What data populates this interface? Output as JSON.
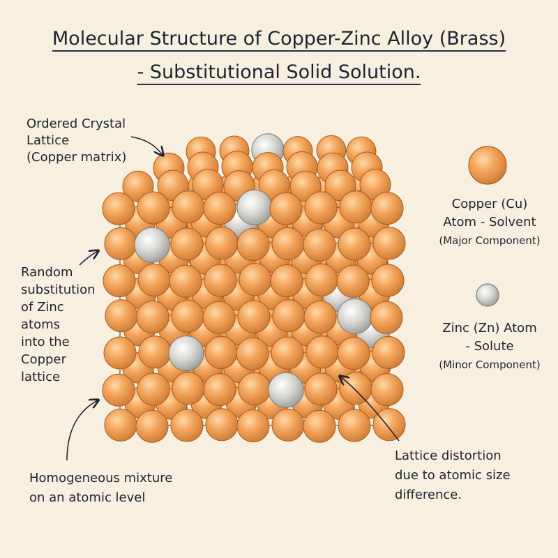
{
  "title": {
    "line1": "Molecular Structure of Copper-Zinc Alloy (Brass)",
    "line2": "- Substitutional Solid Solution."
  },
  "annotations": {
    "ordered_lattice": [
      "Ordered Crystal",
      "Lattice",
      "(Copper matrix)"
    ],
    "random_substitution": [
      "Random",
      "substitution",
      "of Zinc",
      "atoms",
      "into the",
      "Copper",
      "lattice"
    ],
    "homogeneous": [
      "Homogeneous mixture",
      "on an atomic level"
    ],
    "distortion": [
      "Lattice distortion",
      "due to atomic size",
      "difference."
    ]
  },
  "legend": {
    "copper": {
      "lines": [
        "Copper (Cu)",
        "Atom - Solvent"
      ],
      "sub": "(Major Component)"
    },
    "zinc": {
      "lines": [
        "Zinc (Zn) Atom",
        "- Solute"
      ],
      "sub": "(Minor Component)"
    }
  },
  "colors": {
    "copper": "#f0a158",
    "copper_dark": "#c9732c",
    "zinc": "#cfcfcd",
    "zinc_dark": "#8f8f8d",
    "ink": "#1c2430",
    "background": "#f7efdf"
  }
}
